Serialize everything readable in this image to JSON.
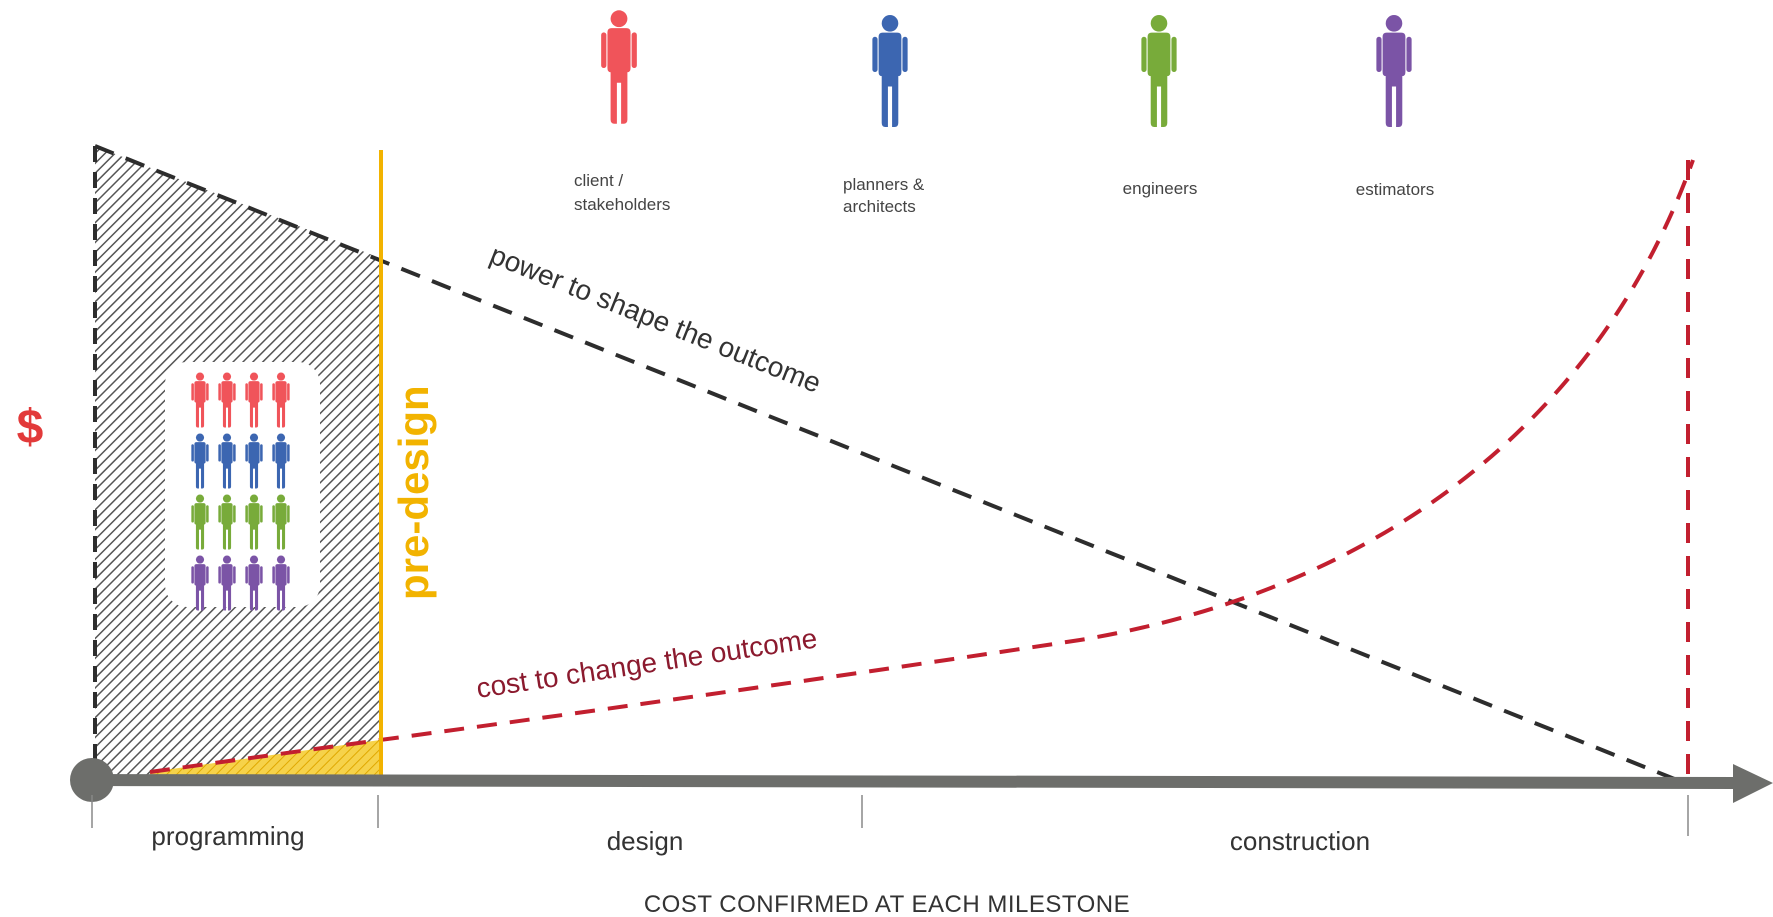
{
  "roles": [
    {
      "key": "client",
      "lines": [
        "client /",
        "stakeholders"
      ],
      "color": "#f0545a"
    },
    {
      "key": "planners",
      "lines": [
        "planners &",
        "architects"
      ],
      "color": "#3c66b1"
    },
    {
      "key": "engineers",
      "lines": [
        "engineers"
      ],
      "color": "#78ab3a"
    },
    {
      "key": "estimators",
      "lines": [
        "estimators"
      ],
      "color": "#7b54a6"
    }
  ],
  "curves": {
    "power_label": "power to  shape the outcome",
    "cost_label": "cost to change the outcome",
    "power_color": "#2d2d2d",
    "cost_color": "#c21f2f"
  },
  "predesign_label": "pre-design",
  "predesign_color": "#f2b300",
  "y_axis_symbol": "$",
  "phases": [
    "programming",
    "design",
    "construction"
  ],
  "axis_caption": "COST CONFIRMED AT EACH MILESTONE",
  "axis_color": "#6d6e6b"
}
